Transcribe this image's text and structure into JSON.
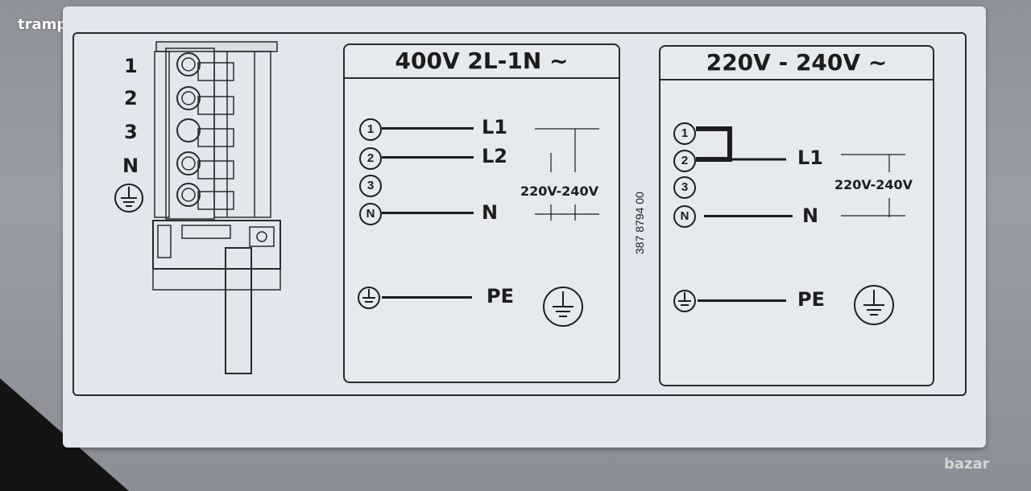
{
  "watermark_top": "trampata",
  "watermark_bottom": "bazar",
  "terminal_block": {
    "labels": [
      "1",
      "2",
      "3",
      "N"
    ]
  },
  "panel_400": {
    "header": "400V  2L-1N ~",
    "terminals": [
      "1",
      "2",
      "3",
      "N"
    ],
    "wire_labels": [
      "L1",
      "L2",
      "N"
    ],
    "voltage": "220V-240V",
    "pe_label": "PE"
  },
  "serial_number": "387 8794 00",
  "panel_230": {
    "header": "220V - 240V ~",
    "terminals": [
      "1",
      "2",
      "3",
      "N"
    ],
    "wire_labels": [
      "L1",
      "N"
    ],
    "voltage": "220V-240V",
    "pe_label": "PE"
  },
  "colors": {
    "ink": "#1d1d1d",
    "label_bg": "#e3e6ec",
    "background": "#9a9da3"
  }
}
